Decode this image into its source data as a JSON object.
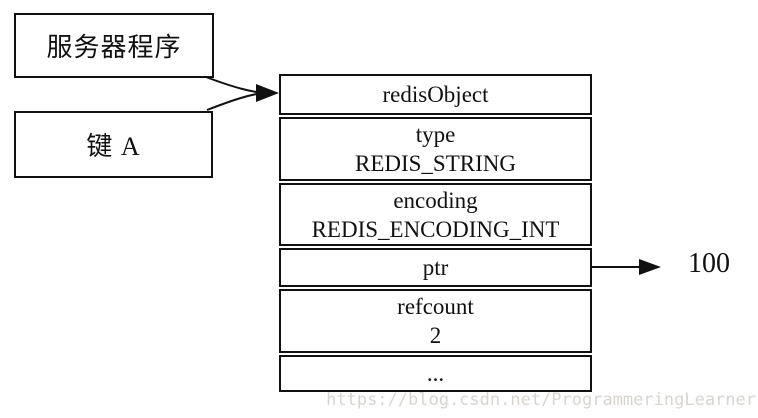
{
  "diagram": {
    "boxes": [
      {
        "label": "服务器程序"
      },
      {
        "label": "键 A"
      }
    ],
    "redis_object": {
      "title": "redisObject",
      "fields": [
        {
          "name": "type",
          "value": "REDIS_STRING"
        },
        {
          "name": "encoding",
          "value": "REDIS_ENCODING_INT"
        },
        {
          "name": "ptr",
          "value": ""
        },
        {
          "name": "refcount",
          "value": "2"
        },
        {
          "name": "...",
          "value": ""
        }
      ]
    },
    "ptr_target_value": "100",
    "watermark": "https://blog.csdn.net/ProgrammeringLearner",
    "colors": {
      "line": "#111111",
      "watermark": "#d8d5d1",
      "background": "#ffffff"
    }
  }
}
